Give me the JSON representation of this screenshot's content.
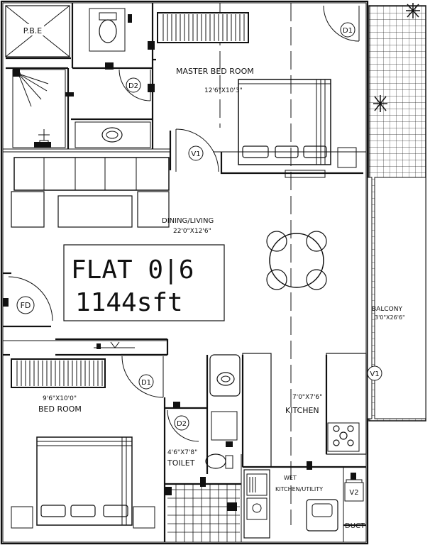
{
  "flat": {
    "title": "FLAT 0|6",
    "area": "1144sft"
  },
  "rooms": {
    "master_bedroom": {
      "name": "MASTER BED ROOM",
      "size": "12'6\"X10'3\""
    },
    "dining_living": {
      "name": "DINING/LIVING",
      "size": "22'0\"X12'6\""
    },
    "balcony": {
      "name": "BALCONY",
      "size": "3'0\"X26'6\""
    },
    "bedroom": {
      "name": "BED ROOM",
      "size": "9'6\"X10'0\""
    },
    "kitchen": {
      "name": "KITCHEN",
      "size": "7'0\"X7'6\""
    },
    "toilet": {
      "name": "TOILET",
      "size": "4'6\"X7'8\""
    },
    "utility": {
      "name": "KITCHEN/UTILITY",
      "prefix": "WET"
    },
    "pbe": {
      "name": "P.B.E"
    },
    "duct": {
      "name": "DUCT"
    }
  },
  "doors": {
    "d1": "D1",
    "d2": "D2",
    "v1": "V1",
    "v2": "V2",
    "fd": "FD"
  },
  "colors": {
    "line": "#111111",
    "background": "#ffffff"
  }
}
